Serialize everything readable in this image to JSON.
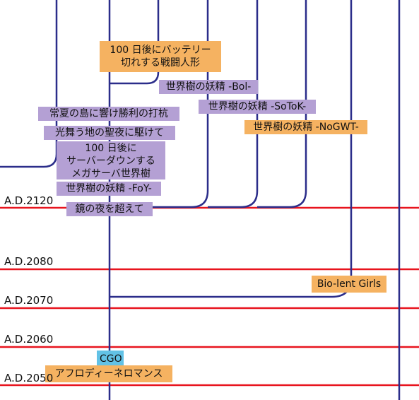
{
  "colors": {
    "timeline_line": "#e8141e",
    "path_line": "#2b2d8a",
    "purple_box": "#b4a0d4",
    "orange_box": "#f5b261",
    "cyan_box": "#62c2e6"
  },
  "years": [
    "A.D.2120",
    "A.D.2080",
    "A.D.2070",
    "A.D.2060",
    "A.D.2050"
  ],
  "labels": {
    "battle_doll": [
      "100 日後にバッテリー",
      "切れする戦闘人形"
    ],
    "bol": "世界樹の妖精 -Bol-",
    "sotok": "世界樹の妖精 -SoToK-",
    "nogwt": "世界樹の妖精 -NoGWT-",
    "victory": "常夏の島に響け勝利の打杭",
    "holy_night": "光舞う地の聖夜に駆けて",
    "mega_server": [
      "100 日後に",
      "サーバーダウンする",
      "メガサーバ世界樹"
    ],
    "foy": "世界樹の妖精 -FoY-",
    "mirror_night": "鏡の夜を超えて",
    "biolent": "Bio-lent Girls",
    "cgo": "CGO",
    "aphrodite": "アフロディーネロマンス"
  }
}
